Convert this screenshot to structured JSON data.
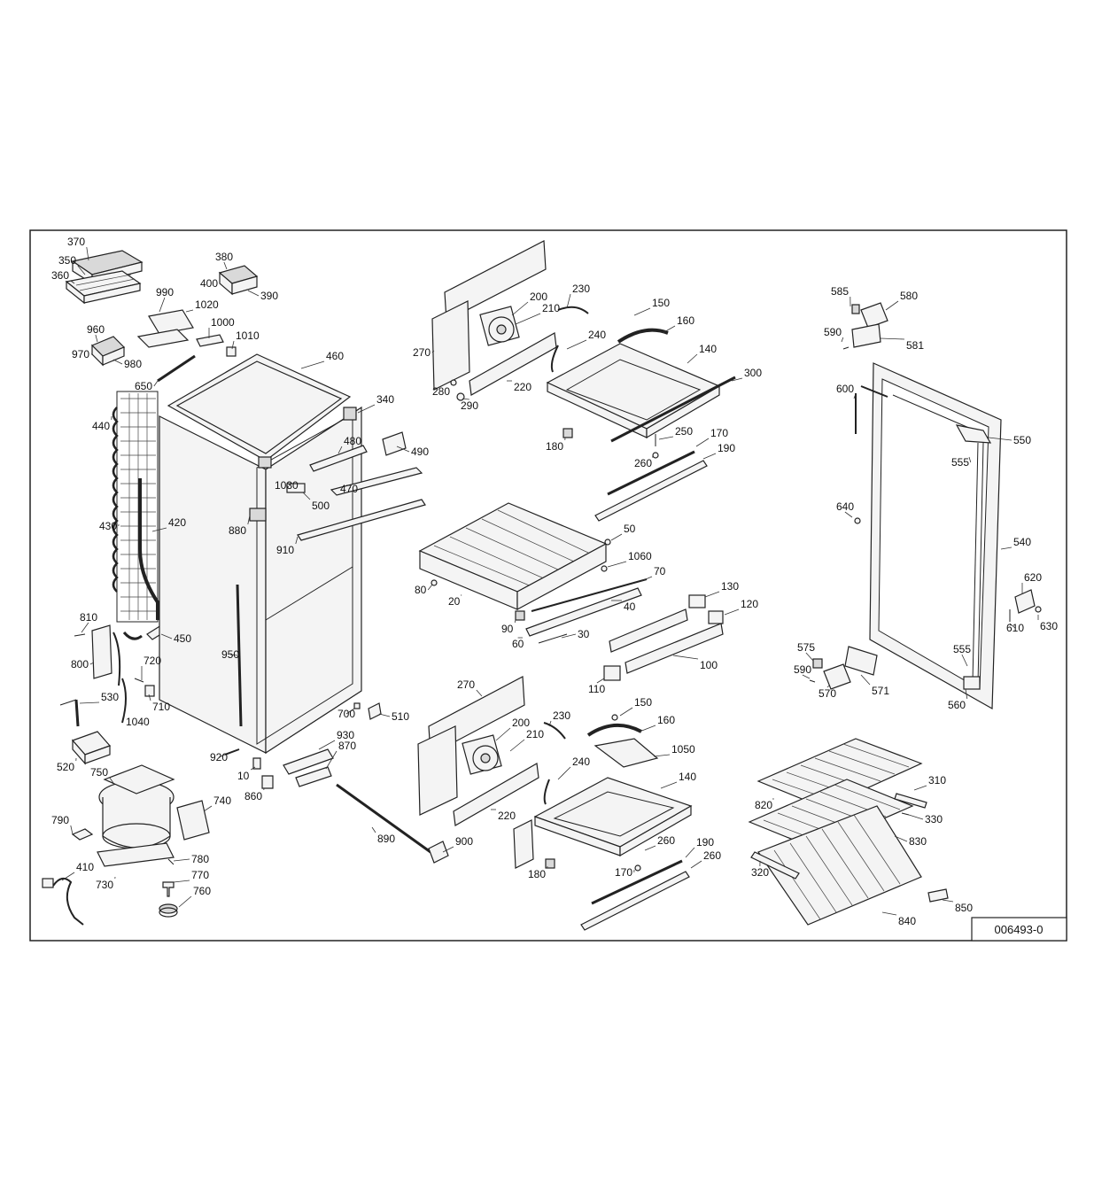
{
  "drawing": {
    "number": "006493-0",
    "callouts": [
      "370",
      "350",
      "360",
      "380",
      "400",
      "390",
      "990",
      "1020",
      "960",
      "970",
      "980",
      "1000",
      "1010",
      "460",
      "650",
      "440",
      "340",
      "480",
      "490",
      "1030",
      "470",
      "500",
      "880",
      "910",
      "430",
      "420",
      "810",
      "800",
      "450",
      "950",
      "720",
      "530",
      "710",
      "1040",
      "700",
      "510",
      "520",
      "920",
      "930",
      "870",
      "10",
      "860",
      "750",
      "740",
      "790",
      "780",
      "410",
      "770",
      "730",
      "760",
      "270",
      "200",
      "210",
      "230",
      "150",
      "160",
      "240",
      "140",
      "300",
      "280",
      "290",
      "220",
      "180",
      "250",
      "170",
      "190",
      "260",
      "50",
      "1060",
      "80",
      "70",
      "20",
      "40",
      "130",
      "120",
      "90",
      "60",
      "30",
      "100",
      "110",
      "270",
      "200",
      "210",
      "230",
      "150",
      "160",
      "1050",
      "240",
      "140",
      "220",
      "180",
      "260",
      "170",
      "190",
      "260",
      "890",
      "900",
      "585",
      "580",
      "590",
      "581",
      "600",
      "550",
      "555",
      "640",
      "540",
      "620",
      "610",
      "630",
      "575",
      "590",
      "570",
      "571",
      "555",
      "560",
      "310",
      "820",
      "330",
      "830",
      "320",
      "850",
      "840"
    ]
  }
}
